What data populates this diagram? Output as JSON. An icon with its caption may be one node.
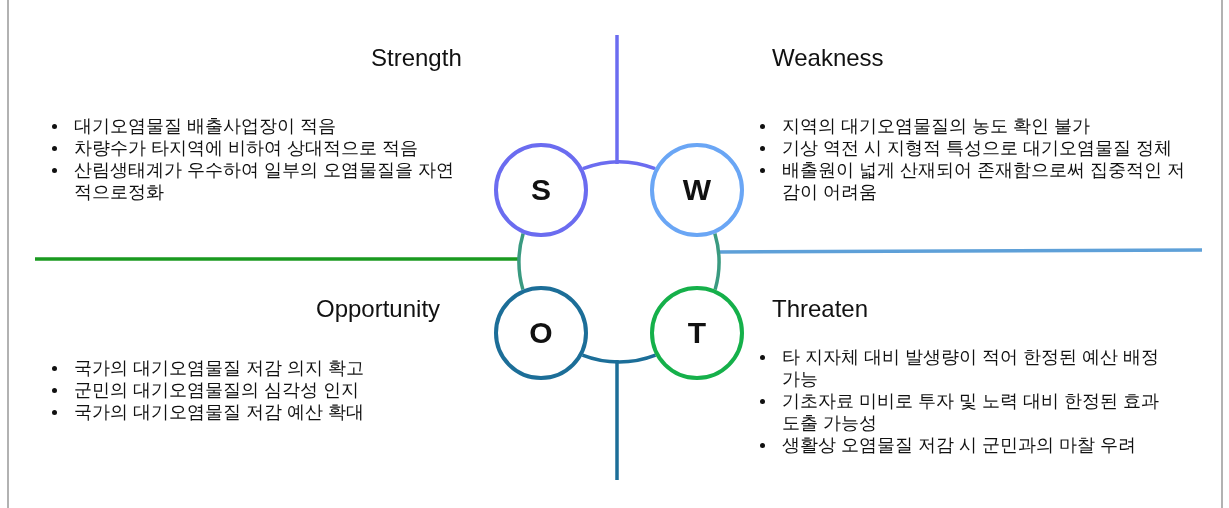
{
  "diagram": {
    "nodes": [
      {
        "text": [
          "S"
        ],
        "beside": [
          "Strength"
        ]
      },
      {
        "text": [
          "W"
        ],
        "beside": [
          "Weakness"
        ]
      },
      {
        "text": [
          "O"
        ],
        "beside": [
          "Opportunity"
        ]
      },
      {
        "text": [
          "T"
        ],
        "beside": [
          "Threaten"
        ]
      }
    ],
    "edges": [
      {
        "from": 0,
        "to": 1,
        "arrow": "none",
        "color": "#6b6cf0"
      },
      {
        "from": 1,
        "to": 3,
        "arrow": "none",
        "color": "#3a9a80"
      },
      {
        "from": 3,
        "to": 2,
        "arrow": "none",
        "color": "#1c6e98"
      },
      {
        "from": 2,
        "to": 0,
        "arrow": "none",
        "color": "#3a9a80"
      }
    ],
    "labels": [
      "대기오염물질 배출사업장이 적음",
      "차량수가 타지역에 비하여 상대적으로 적음",
      "산림생태계가 우수하여 일부의 오염물질을 자연적으로정화",
      "지역의 대기오염물질의 농도 확인 불가",
      "기상 역전 시 지형적 특성으로 대기오염물질 정체",
      "배출원이 넓게 산재되어 존재함으로써 집중적인 저감이 어려움",
      "국가의 대기오염물질 저감 의지 확고",
      "군민의 대기오염물질의 심각성 인지",
      "국가의 대기오염물질 저감 예산 확대",
      "타 지자체 대비 발생량이 적어 한정된 예산 배정 가능",
      "기초자료 미비로 투자 및 노력 대비 한정된 효과 도출 가능성",
      "생활상 오염물질 저감 시 군민과의 마찰 우려"
    ]
  }
}
